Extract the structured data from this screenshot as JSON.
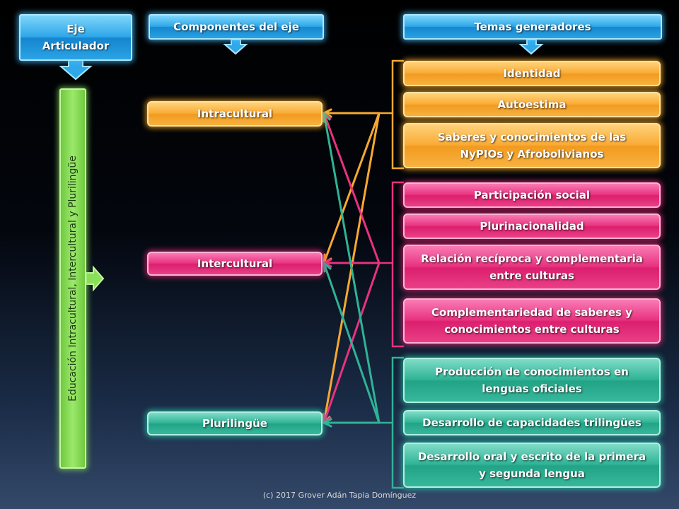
{
  "headers": {
    "axis": "Eje Articulador",
    "components": "Componentes del eje",
    "themes": "Temas generadores"
  },
  "axis_label": "Educación Intracultural, Intercultural y Plurilingüe",
  "components": [
    {
      "label": "Intracultural",
      "color": "#f7a92f"
    },
    {
      "label": "Intercultural",
      "color": "#e8327f"
    },
    {
      "label": "Plurilingüe",
      "color": "#2fb396"
    }
  ],
  "theme_groups": [
    {
      "color": "#f7a92f",
      "themes": [
        "Identidad",
        "Autoestima",
        "Saberes y conocimientos de las NyPIOs y Afrobolivianos"
      ]
    },
    {
      "color": "#e8327f",
      "themes": [
        "Participación social",
        "Plurinacionalidad",
        "Relación recíproca y complementaria entre culturas",
        "Complementariedad de saberes y conocimientos entre culturas"
      ]
    },
    {
      "color": "#2fb396",
      "themes": [
        "Producción de conocimientos en lenguas oficiales",
        "Desarrollo de capacidades trilingües",
        "Desarrollo oral y escrito de la primera y segunda lengua"
      ]
    }
  ],
  "footer": "(c) 2017 Grover Adán Tapia Domínguez"
}
